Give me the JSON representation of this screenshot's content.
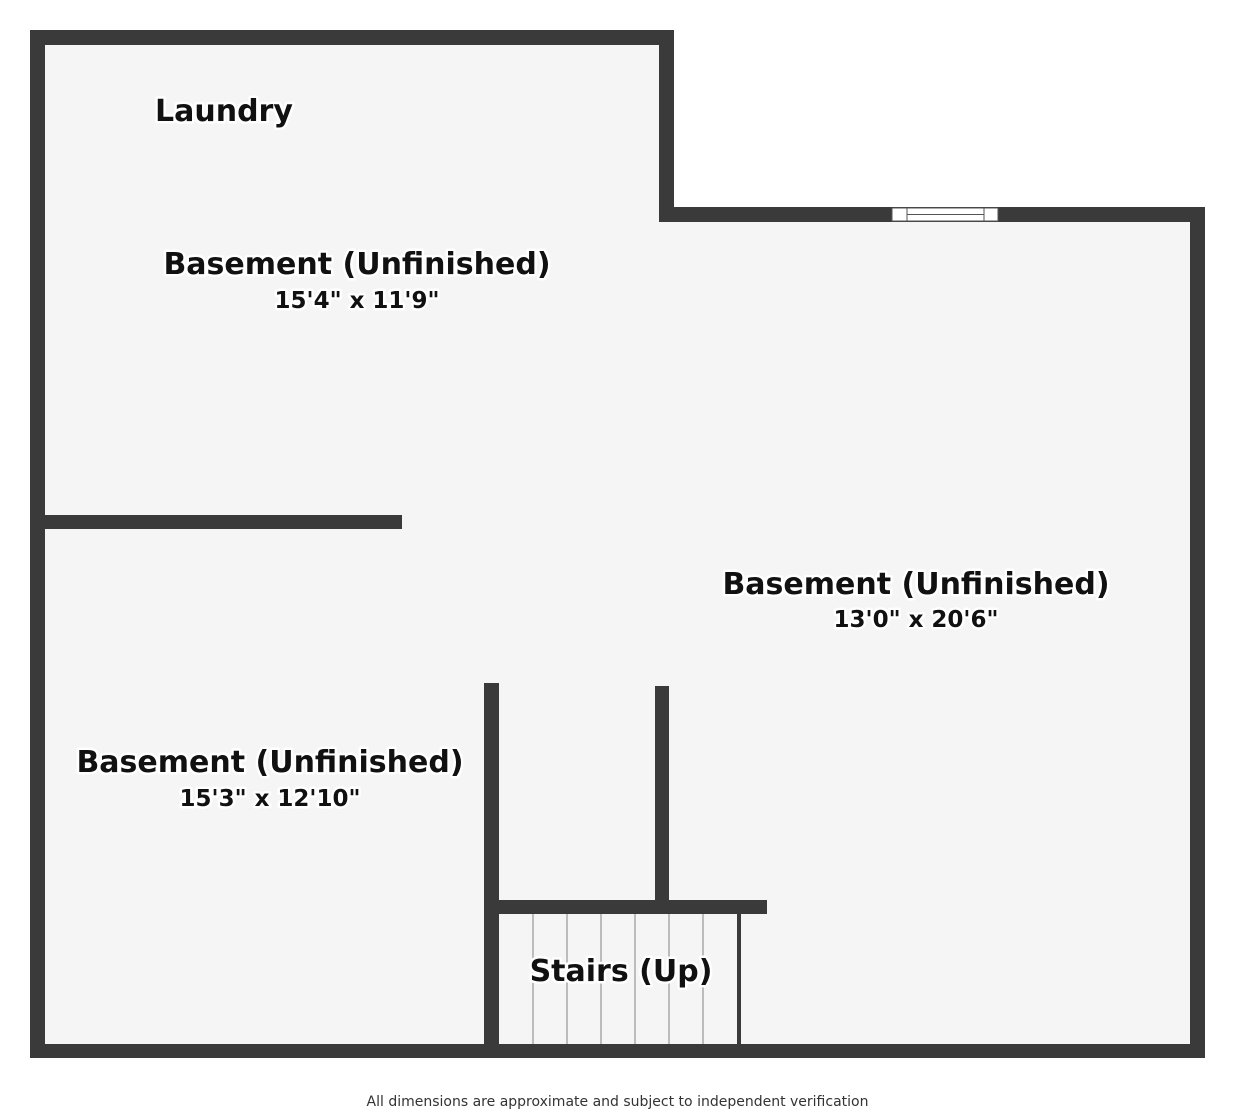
{
  "rooms": {
    "laundry": {
      "name": "Laundry"
    },
    "basement_upper": {
      "name": "Basement (Unfinished)",
      "dimensions": "15'4\" x 11'9\""
    },
    "basement_right": {
      "name": "Basement (Unfinished)",
      "dimensions": "13'0\" x 20'6\""
    },
    "basement_lower": {
      "name": "Basement (Unfinished)",
      "dimensions": "15'3\" x 12'10\""
    },
    "stairs": {
      "name": "Stairs (Up)"
    }
  },
  "footer": {
    "disclaimer": "All dimensions are approximate and subject to independent verification"
  },
  "colors": {
    "wall": "#3a3a3a",
    "floor": "#f5f5f5",
    "label": "#111111"
  }
}
